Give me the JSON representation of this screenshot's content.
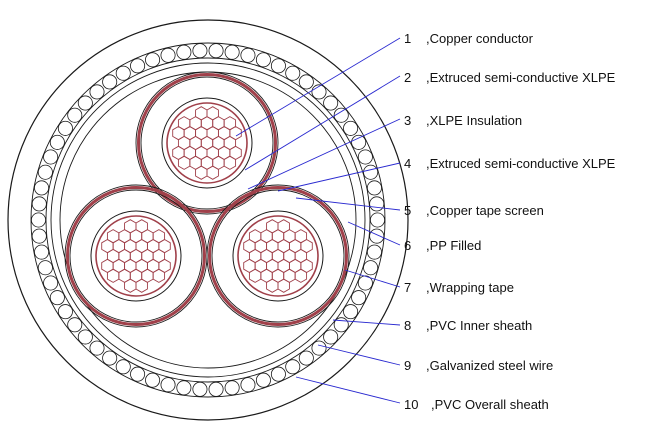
{
  "colors": {
    "outline": "#1a1a1a",
    "copper": "#a0404a",
    "leader": "#2a2ad0",
    "background": "#ffffff"
  },
  "labels": [
    {
      "num": "1",
      "text": ",Copper conductor"
    },
    {
      "num": "2",
      "text": ",Extruced semi-conductive XLPE"
    },
    {
      "num": "3",
      "text": ",XLPE Insulation"
    },
    {
      "num": "4",
      "text": ",Extruced semi-conductive XLPE"
    },
    {
      "num": "5",
      "text": ",Copper tape screen"
    },
    {
      "num": "6",
      "text": ",PP Filled"
    },
    {
      "num": "7",
      "text": ",Wrapping tape"
    },
    {
      "num": "8",
      "text": ",PVC Inner sheath"
    },
    {
      "num": "9",
      "text": ",Galvanized steel wire"
    },
    {
      "num": "10",
      "text": ",PVC Overall sheath"
    }
  ]
}
